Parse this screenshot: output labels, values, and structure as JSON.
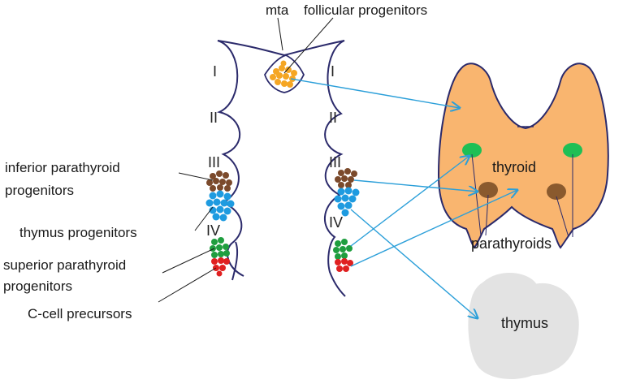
{
  "labels": {
    "mta": "mta",
    "follicular": "follicular progenitors",
    "inferior_line1": "inferior parathyroid",
    "inferior_line2": "progenitors",
    "thymus_prog": "thymus progenitors",
    "superior_line1": "superior parathyroid",
    "superior_line2": "progenitors",
    "ccell": "C-cell precursors"
  },
  "pouches": [
    "I",
    "II",
    "III",
    "IV"
  ],
  "organs": {
    "thyroid": "thyroid",
    "parathyroids": "parathyroids",
    "thymus": "thymus"
  },
  "colors": {
    "outline": "#2b2a6b",
    "thyroid_fill": "#f9b56f",
    "follicular": "#f5a623",
    "inferior_parathyroid": "#7b4a2c",
    "thymus_progenitor": "#1e9be0",
    "superior_parathyroid": "#1f9e3f",
    "ccell": "#e02020",
    "parathyroid_green": "#1fbf55",
    "parathyroid_brown": "#8a5a2e",
    "thymus_fill": "#e3e3e3",
    "arrow": "#2b9fd9"
  }
}
